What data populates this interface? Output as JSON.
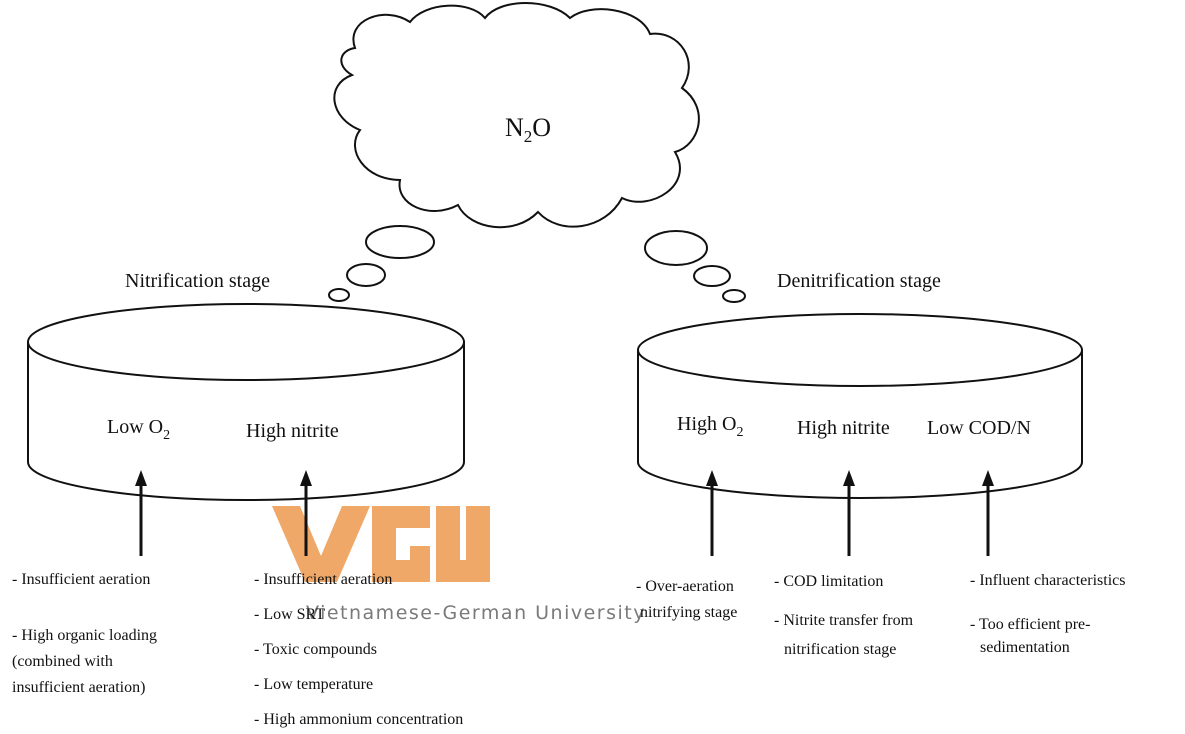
{
  "title": {
    "main": "N",
    "sub": "2",
    "tail": "O"
  },
  "nitrification": {
    "stage_label": "Nitrification stage",
    "conditions": [
      {
        "main": "Low O",
        "sub": "2"
      },
      {
        "main": "High nitrite",
        "sub": ""
      }
    ],
    "causes_low_o2": [
      "- Insufficient aeration",
      "- High organic loading",
      "(combined with",
      "insufficient aeration)"
    ],
    "causes_high_nitrite": [
      "- Insufficient aeration",
      "- Low SRT",
      "- Toxic compounds",
      "- Low temperature",
      "- High ammonium concentration"
    ]
  },
  "denitrification": {
    "stage_label": "Denitrification stage",
    "conditions": [
      {
        "main": "High O",
        "sub": "2"
      },
      {
        "main": "High nitrite",
        "sub": ""
      },
      {
        "main": "Low COD/N",
        "sub": ""
      }
    ],
    "causes_high_o2": [
      "- Over-aeration",
      "nitrifying stage"
    ],
    "causes_high_nitrite": [
      "- COD limitation",
      "- Nitrite transfer from",
      "nitrification stage"
    ],
    "causes_low_codn": [
      "- Influent characteristics",
      "- Too efficient pre-",
      "sedimentation"
    ]
  },
  "watermark": {
    "logo": "VGU",
    "text": "Vietnamese-German University",
    "color": "#f0a868"
  }
}
